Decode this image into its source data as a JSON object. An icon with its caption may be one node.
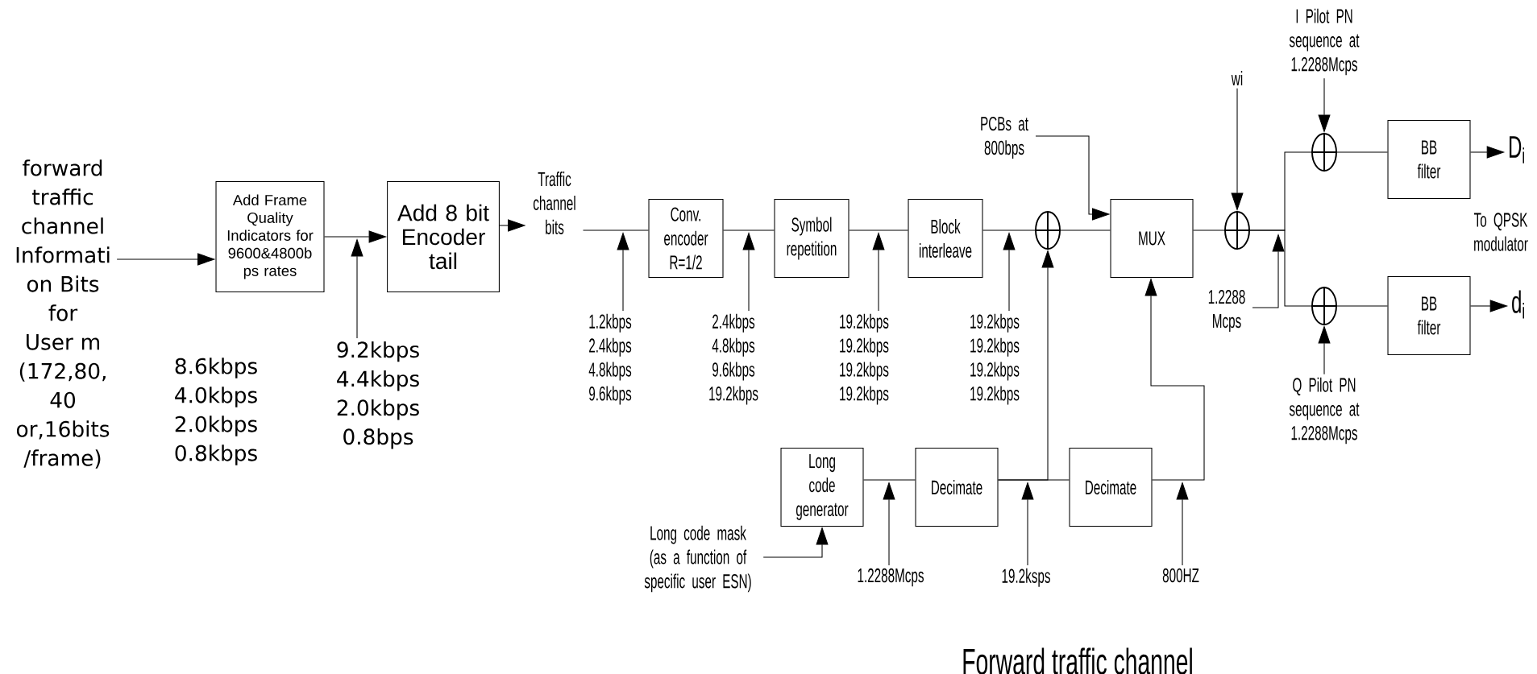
{
  "diagram": {
    "caption": "Forward traffic channel",
    "nodes": [
      {
        "text": [
          "forward traffic channel Informati on Bits for User m (172,80, 40 or,16bits /frame)"
        ]
      },
      {
        "text": [
          "Add Frame Quality Indicators for 9600&4800b ps rates"
        ]
      },
      {
        "text": [
          "Add 8 bit Encoder tail"
        ]
      },
      {
        "text": [
          "Traffic channel bits"
        ]
      },
      {
        "text": [
          "Conv. encoder R=1/2"
        ]
      },
      {
        "text": [
          "Symbol repetition"
        ]
      },
      {
        "text": [
          "Block interleave"
        ]
      },
      {
        "text": [],
        "shape": "circle"
      },
      {
        "text": [
          "MUX"
        ]
      },
      {
        "text": [],
        "shape": "circle"
      },
      {
        "text": [],
        "shape": "circle"
      },
      {
        "text": [],
        "shape": "circle"
      },
      {
        "text": [
          "BB filter"
        ]
      },
      {
        "text": [
          "BB filter"
        ]
      },
      {
        "text": [
          "D$_{i}$"
        ]
      },
      {
        "text": [
          "d$_{i}$"
        ]
      },
      {
        "text": [
          "Long code generator"
        ]
      },
      {
        "text": [
          "Decimate"
        ]
      },
      {
        "text": [
          "Decimate"
        ]
      },
      {
        "text": [
          "Long code mask (as a function of specific user ESN)"
        ]
      },
      {
        "text": [
          "PCBs at 800bps"
        ]
      },
      {
        "text": [
          "wi"
        ]
      },
      {
        "text": [
          "I Pilot PN sequence at 1.2288Mcps"
        ]
      },
      {
        "text": [
          "Q Pilot PN sequence at 1.2288Mcps"
        ]
      },
      {
        "text": [
          "1.2288 Mcps"
        ]
      },
      {
        "text": [
          "9.2kbps 4.4kbps 2.0kbps 0.8bps"
        ]
      },
      {
        "text": [
          "1.2kbps 2.4kbps 4.8kbps 9.6kbps"
        ]
      },
      {
        "text": [
          "2.4kbps 4.8kbps 9.6kbps 19.2kbps"
        ]
      },
      {
        "text": [
          "19.2kbps 19.2kbps 19.2kbps 19.2kbps"
        ]
      },
      {
        "text": [
          "19.2kbps 19.2kbps 19.2kbps 19.2kbps"
        ]
      },
      {
        "text": [
          "1.2288Mcps"
        ]
      },
      {
        "text": [
          "19.2ksps"
        ]
      },
      {
        "text": [
          "800HZ"
        ]
      }
    ],
    "edges": [
      {
        "from": 0,
        "to": 1,
        "arrow": "to"
      },
      {
        "from": 1,
        "to": 2,
        "arrow": "to"
      },
      {
        "from": 2,
        "to": 3,
        "arrow": "to"
      },
      {
        "from": 3,
        "to": 4,
        "arrow": "none"
      },
      {
        "from": 4,
        "to": 5,
        "arrow": "none"
      },
      {
        "from": 5,
        "to": 6,
        "arrow": "none"
      },
      {
        "from": 6,
        "to": 7,
        "arrow": "none"
      },
      {
        "from": 7,
        "to": 8,
        "arrow": "none"
      },
      {
        "from": 8,
        "to": 9,
        "arrow": "none"
      },
      {
        "from": 9,
        "to": 10,
        "arrow": "none"
      },
      {
        "from": 9,
        "to": 11,
        "arrow": "none"
      },
      {
        "from": 10,
        "to": 12,
        "arrow": "none"
      },
      {
        "from": 11,
        "to": 13,
        "arrow": "none"
      },
      {
        "from": 12,
        "to": 14,
        "arrow": "to"
      },
      {
        "from": 13,
        "to": 15,
        "arrow": "to"
      },
      {
        "from": 16,
        "to": 17,
        "arrow": "none"
      },
      {
        "from": 17,
        "to": 18,
        "arrow": "none"
      },
      {
        "from": 17,
        "to": 7,
        "arrow": "to"
      },
      {
        "from": 18,
        "to": 8,
        "arrow": "to"
      },
      {
        "from": 19,
        "to": 16,
        "arrow": "to"
      },
      {
        "from": 20,
        "to": 8,
        "arrow": "to"
      },
      {
        "from": 21,
        "to": 9,
        "arrow": "to"
      },
      {
        "from": 22,
        "to": 10,
        "arrow": "to"
      },
      {
        "from": 23,
        "to": 11,
        "arrow": "to"
      },
      {
        "from": 24,
        "to": null,
        "arrow": "to"
      },
      {
        "from": 25,
        "to": null,
        "arrow": "to"
      },
      {
        "from": 26,
        "to": null,
        "arrow": "to"
      },
      {
        "from": 27,
        "to": null,
        "arrow": "to"
      },
      {
        "from": 28,
        "to": null,
        "arrow": "to"
      },
      {
        "from": 29,
        "to": null,
        "arrow": "to"
      },
      {
        "from": 30,
        "to": null,
        "arrow": "to"
      },
      {
        "from": 31,
        "to": null,
        "arrow": "to"
      },
      {
        "from": 32,
        "to": null,
        "arrow": "to"
      }
    ],
    "labels": [
      "8.6kbps 4.0kbps 2.0kbps 0.8kbps",
      "To QPSK modulator"
    ]
  }
}
